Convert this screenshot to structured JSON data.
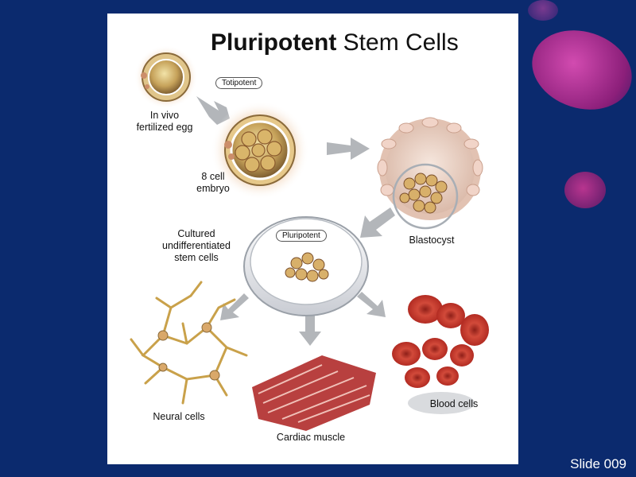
{
  "title": {
    "bold": "Pluripotent",
    "regular": " Stem Cells"
  },
  "badges": {
    "totipotent": "Totipotent",
    "pluripotent": "Pluripotent"
  },
  "labels": {
    "egg": "In vivo\nfertilized egg",
    "embryo": "8 cell\nembryo",
    "blastocyst": "Blastocyst",
    "cultured": "Cultured\nundifferentiated\nstem cells",
    "neural": "Neural cells",
    "cardiac": "Cardiac muscle",
    "blood": "Blood cells"
  },
  "footer": {
    "slide_number": "Slide 009"
  },
  "colors": {
    "background": "#0b2a6e",
    "accent_magenta": "#c2309a",
    "arrow_gray": "#b3b6ba",
    "neural_gold": "#c9a14a",
    "muscle_red": "#b8403f",
    "blood_red": "#c8352a"
  }
}
